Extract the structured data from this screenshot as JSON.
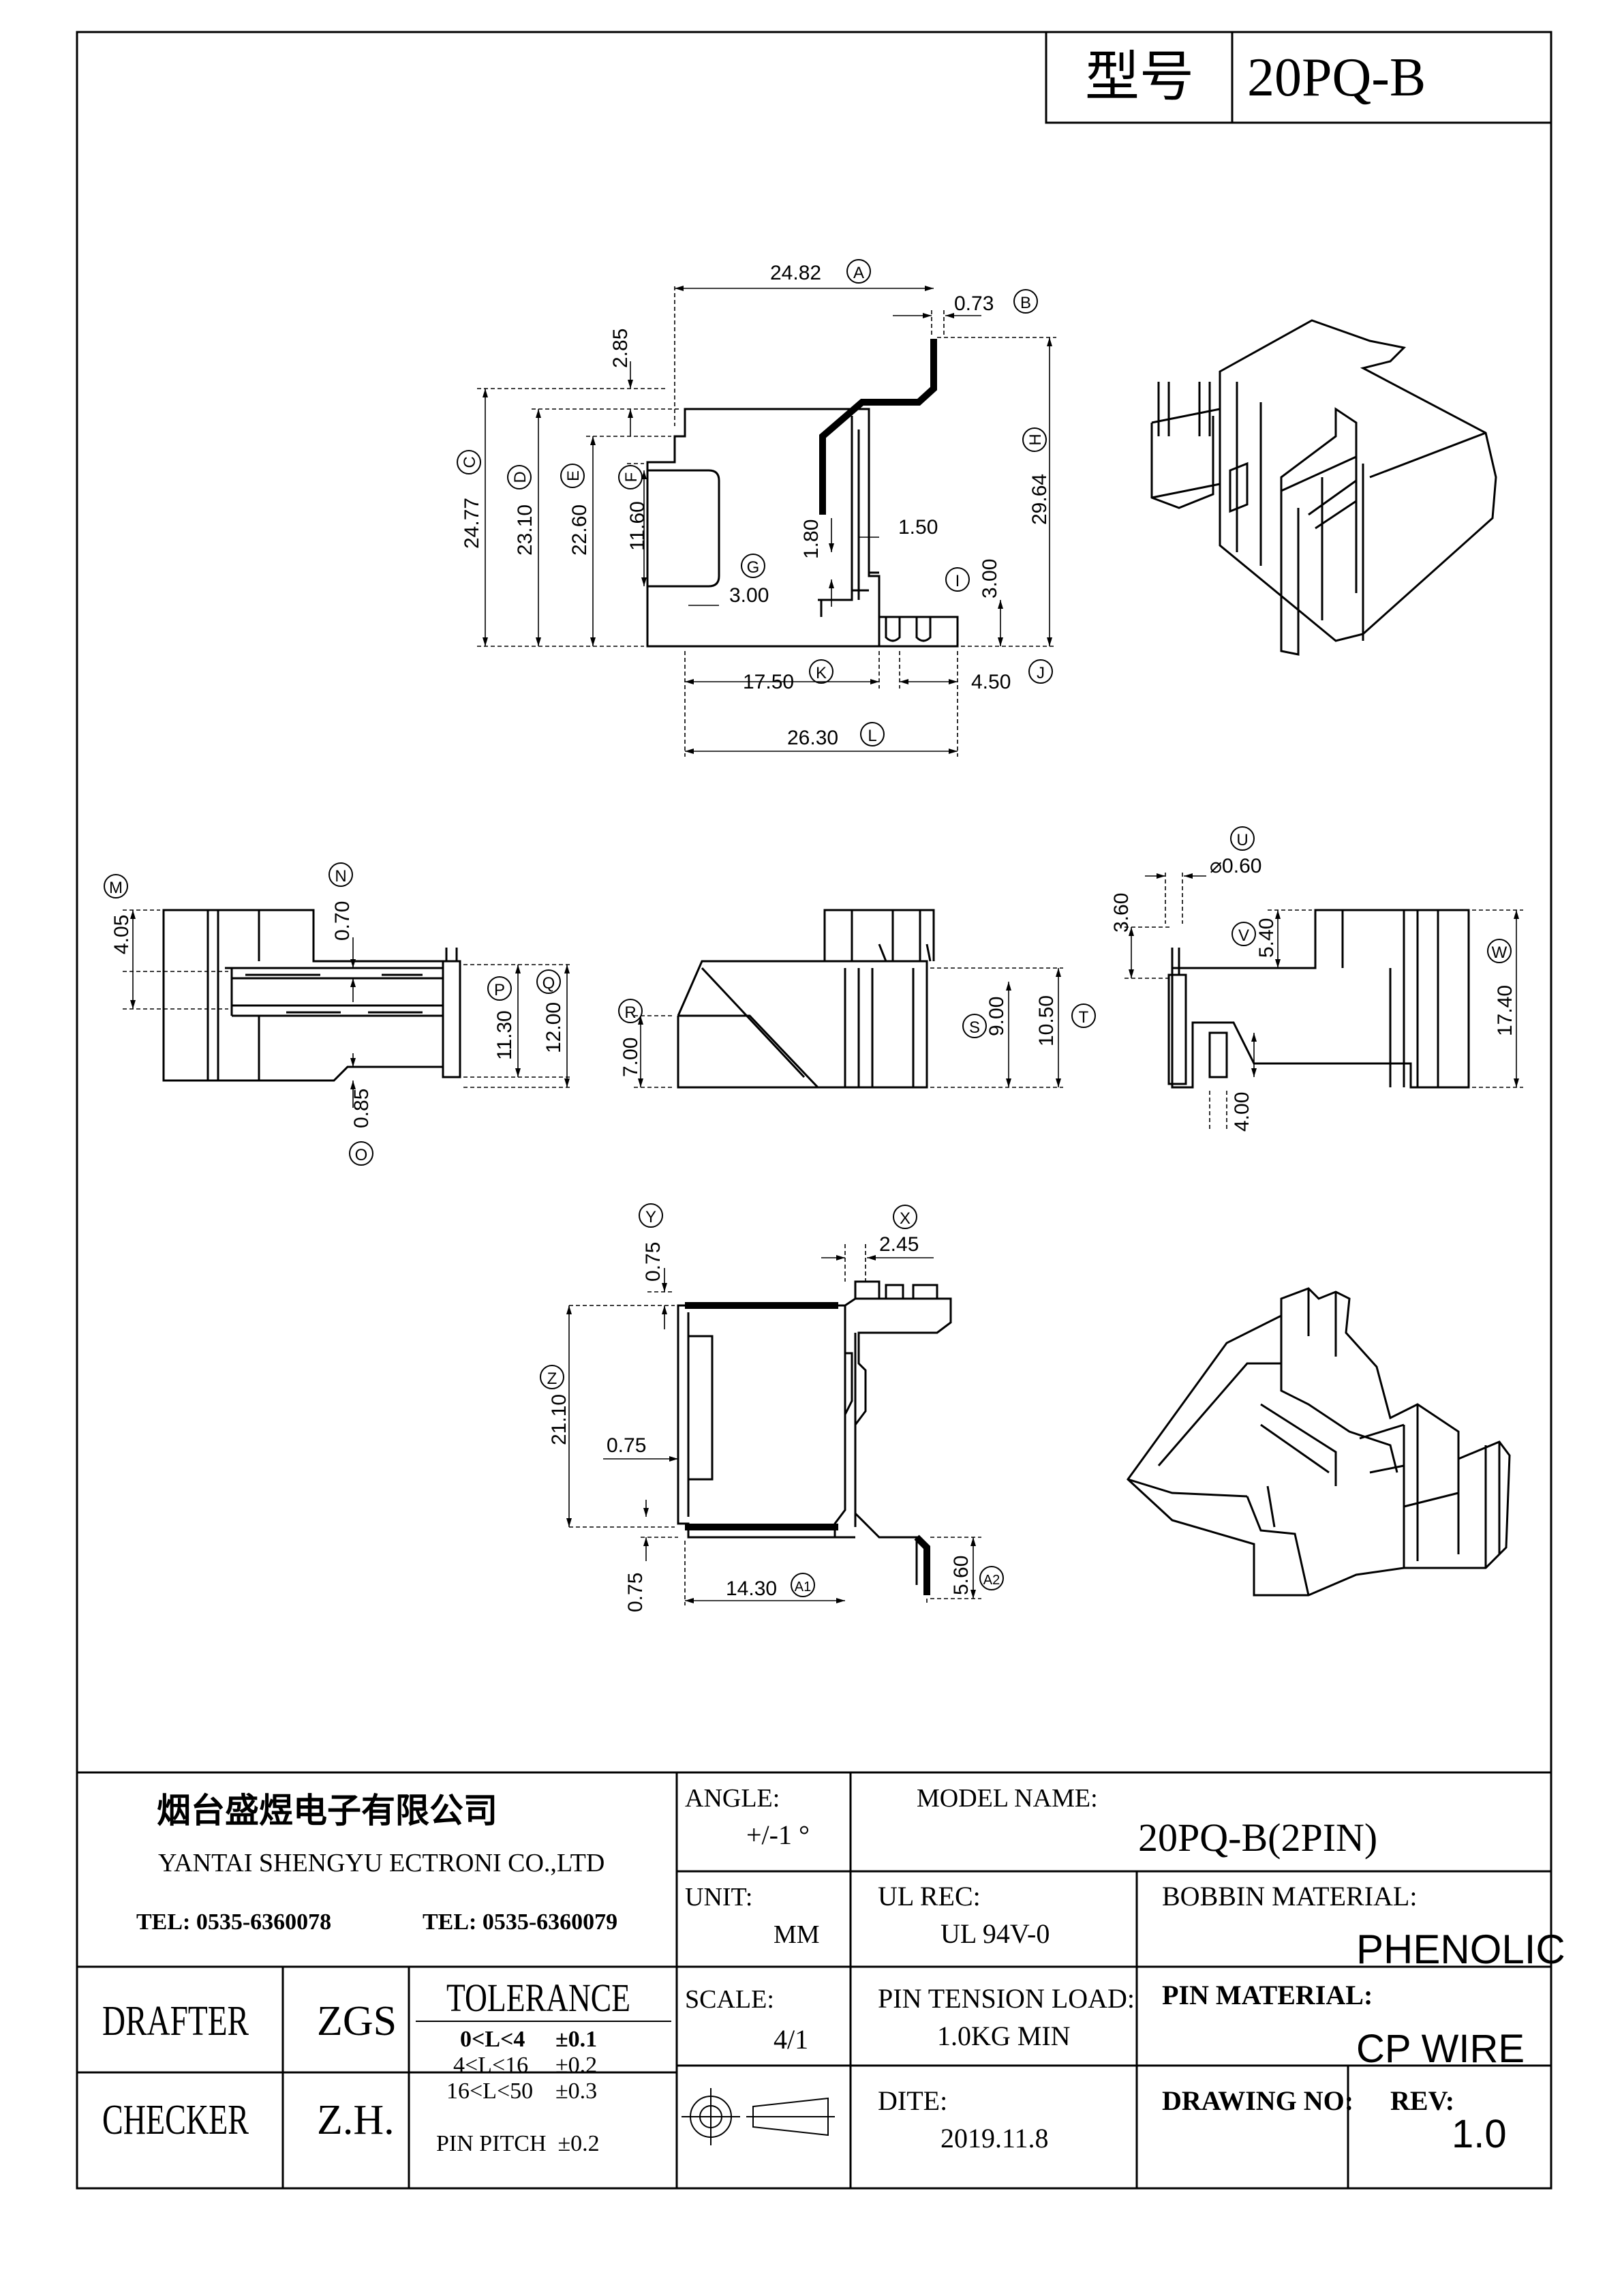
{
  "header": {
    "model_label": "型号",
    "model_value": "20PQ-B"
  },
  "dimensions": {
    "A": {
      "letter": "A",
      "value": "24.82"
    },
    "B": {
      "letter": "B",
      "value": "0.73"
    },
    "C": {
      "letter": "C",
      "value": "24.77"
    },
    "D": {
      "letter": "D",
      "value": "23.10"
    },
    "E": {
      "letter": "E",
      "value": "22.60"
    },
    "F": {
      "letter": "F",
      "value": "11.60"
    },
    "G": {
      "letter": "G",
      "value": "3.00"
    },
    "H": {
      "letter": "H",
      "value": "29.64"
    },
    "I": {
      "letter": "I",
      "value": "3.00"
    },
    "J": {
      "letter": "J",
      "value": "4.50"
    },
    "K": {
      "letter": "K",
      "value": "17.50"
    },
    "L": {
      "letter": "L",
      "value": "26.30"
    },
    "M": {
      "letter": "M",
      "value": "4.05"
    },
    "N": {
      "letter": "N",
      "value": "0.70"
    },
    "O": {
      "letter": "O",
      "value": "0.85"
    },
    "P": {
      "letter": "P",
      "value": "11.30"
    },
    "Q": {
      "letter": "Q",
      "value": "12.00"
    },
    "R": {
      "letter": "R",
      "value": "7.00"
    },
    "S": {
      "letter": "S",
      "value": "9.00"
    },
    "T": {
      "letter": "T",
      "value": "10.50"
    },
    "U": {
      "letter": "U",
      "value": "⌀0.60"
    },
    "V": {
      "letter": "V",
      "value": "5.40"
    },
    "W": {
      "letter": "W",
      "value": "17.40"
    },
    "X": {
      "letter": "X",
      "value": "2.45"
    },
    "Y": {
      "letter": "Y",
      "value": "0.75"
    },
    "Z": {
      "letter": "Z",
      "value": "21.10"
    },
    "A1": {
      "letter": "A1",
      "value": "14.30"
    },
    "A2": {
      "letter": "A2",
      "value": "5.60"
    }
  },
  "unlabeled_dims": {
    "d285": "2.85",
    "d180": "1.80",
    "d150": "1.50",
    "d360": "3.60",
    "d400": "4.00",
    "d075a": "0.75",
    "d075b": "0.75"
  },
  "title_block": {
    "company_cn": "烟台盛煜电子有限公司",
    "company_en": "YANTAI SHENGYU ECTRONI CO.,LTD",
    "tel1": "TEL: 0535-6360078",
    "tel2": "TEL: 0535-6360079",
    "drafter_label": "DRAFTER",
    "drafter_value": "ZGS",
    "checker_label": "CHECKER",
    "checker_value": "Z.H.",
    "tolerance_title": "TOLERANCE",
    "tolerance_rows": [
      {
        "range": "0<L<4",
        "tol": "±0.1"
      },
      {
        "range": "4<L<16",
        "tol": "±0.2"
      },
      {
        "range": "16<L<50",
        "tol": "±0.3"
      }
    ],
    "pin_pitch": "PIN PITCH  ±0.2",
    "angle_label": "ANGLE:",
    "angle_value": "+/-1 °",
    "unit_label": "UNIT:",
    "unit_value": "MM",
    "scale_label": "SCALE:",
    "scale_value": "4/1",
    "model_name_label": "MODEL NAME:",
    "model_name_value": "20PQ-B(2PIN)",
    "ul_label": "UL REC:",
    "ul_value": "UL 94V-0",
    "bobbin_label": "BOBBIN MATERIAL:",
    "bobbin_value": "PHENOLIC",
    "pin_tension_label": "PIN TENSION LOAD:",
    "pin_tension_value": "1.0KG MIN",
    "pin_material_label": "PIN MATERIAL:",
    "pin_material_value": "CP WIRE",
    "date_label": "DITE:",
    "date_value": "2019.11.8",
    "drawing_no_label": "DRAWING NO:",
    "drawing_no_value": "",
    "rev_label": "REV:",
    "rev_value": "1.0"
  }
}
